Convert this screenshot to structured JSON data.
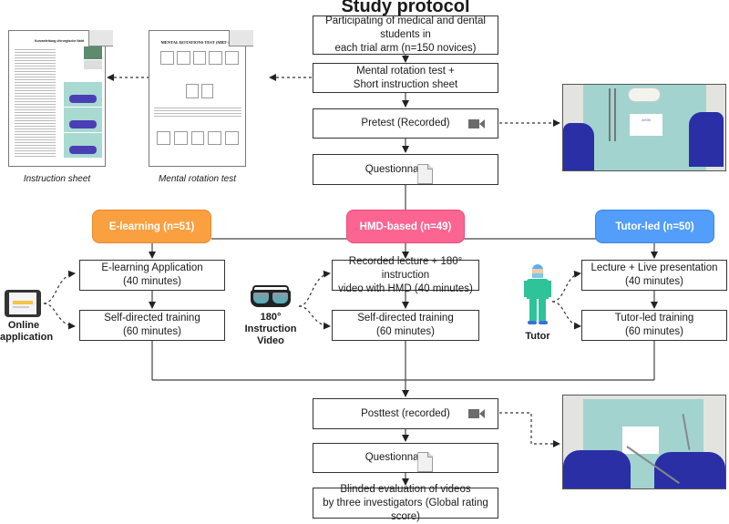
{
  "title": "Study protocol",
  "flow": {
    "participants": "Participating of medical and dental students in\neach trial arm (n=150 novices)",
    "mental_rotation": "Mental rotation test +\nShort instruction sheet",
    "pretest": "Pretest (Recorded)",
    "questionnaire_pre": "Questionnaire",
    "posttest": "Posttest (recorded)",
    "questionnaire_post": "Questionnaire",
    "evaluation": "Blinded evaluation of videos\nby three investigators (Global rating score)"
  },
  "arms": [
    {
      "label": "E-learning (n=51)",
      "color": "#fba040",
      "step1": "E-learning Application\n(40 minutes)",
      "step2": "Self-directed training\n(60 minutes)",
      "side_label": "Online\napplication",
      "side_icon": "tablet-icon"
    },
    {
      "label": "HMD-based (n=49)",
      "color": "#fc6591",
      "step1": "Recorded lecture + 180° instruction\nvideo with HMD (40 minutes)",
      "step2": "Self-directed training\n(60 minutes)",
      "side_label": "180°\nInstruction\nVideo",
      "side_icon": "vr-headset-icon"
    },
    {
      "label": "Tutor-led (n=50)",
      "color": "#529efa",
      "step1": "Lecture + Live presentation\n(40 minutes)",
      "step2": "Tutor-led training\n(60 minutes)",
      "side_label": "Tutor",
      "side_icon": "surgeon-icon"
    }
  ],
  "documents": {
    "instruction_caption": "Instruction sheet",
    "instruction_heading": "Kurzanleitung chirurgische Naht",
    "mrt_caption": "Mental rotation test",
    "mrt_heading": "MENTAL ROTATIONS TEST (MRT-A E)"
  },
  "photos": {
    "pretest_card": "AY05"
  }
}
